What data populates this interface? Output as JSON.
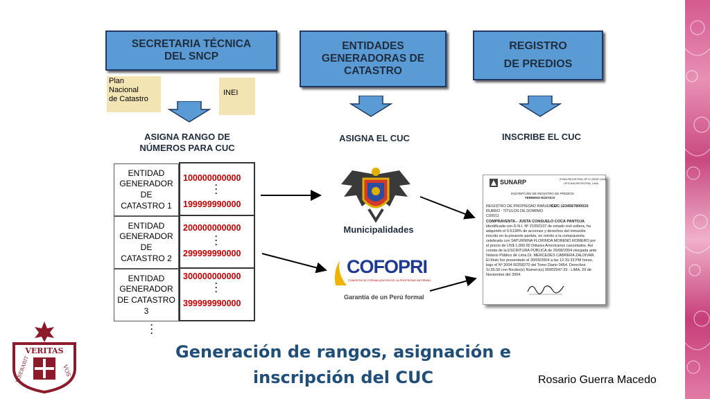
{
  "headers": {
    "secretaria": [
      "SECRETARIA TÉCNICA",
      "DEL SNCP"
    ],
    "entidades": [
      "ENTIDADES",
      "GENERADORAS DE",
      "CATASTRO"
    ],
    "registro": [
      "REGISTRO",
      "DE PREDIOS"
    ]
  },
  "notes": {
    "plan": [
      "Plan",
      "Nacional",
      "de Catastro"
    ],
    "inei": "INEI"
  },
  "steps": {
    "asigna_rango": [
      "ASIGNA RANGO DE",
      "NÚMEROS PARA CUC"
    ],
    "asigna_cuc": "ASIGNA EL CUC",
    "inscribe_cuc": "INSCRIBE EL CUC"
  },
  "entities": [
    {
      "label": [
        "ENTIDAD",
        "GENERADOR",
        "DE",
        "CATASTRO 1"
      ],
      "start": [
        "1000000",
        "00000"
      ],
      "end": [
        "1999999",
        "90000"
      ]
    },
    {
      "label": [
        "ENTIDAD",
        "GENERADOR",
        "DE",
        "CATASTRO 2"
      ],
      "start": [
        "2000000",
        "00000"
      ],
      "end": [
        "2999999",
        "90000"
      ]
    },
    {
      "label": [
        "ENTIDAD",
        "GENERADOR",
        "DE CATASTRO",
        "3"
      ],
      "start": [
        "3000000",
        "00000"
      ],
      "end": [
        "3999999",
        "90000"
      ]
    }
  ],
  "municipalidades": "Municipalidades",
  "cofopri": {
    "logo": "COFOPRI",
    "subtitle": "COMISIÓN DE FORMALIZACIÓN DE LA PROPIEDAD INFORMAL",
    "tagline": "Garantía de un Perú formal"
  },
  "document": {
    "brand": "SUNARP",
    "lines": [
      "ZONA REGISTRAL Nº IX SEDE LIMA",
      "OFICINA REGISTRAL LIMA",
      "INSCRIPCIÓN DE REGISTRO DE PREDIOS",
      "TERRENO RÚSTICO",
      "REGISTRO DE PROPIEDAD INMUEBLE",
      "CUC:1234567800010",
      "RUBRO : TÍTULOS DE DOMINIO",
      "C00011",
      "COMPRAVENTA.- JUSTA CONSUELO COCA PANTOJA",
      "identificada con D.N.I. Nº 21092107 de estado civil soltera, ha",
      "adquirido el 0.6138% de acciones y derechos del inmueble",
      "inscrito en la presente partida, en mérito a la compraventa",
      "celebrada con SATURNINA FLORINDA MORENO ROMERO por",
      "el precio de US$ 1,000.00 Dólares Americanos cancelados. Así",
      "consta de la ESCRITURA PÚBLICA de 26/08/2004 otorgada ante",
      "Notario Público de Lima Dr. MERCEDES CABRERA ZALDIVAR.",
      "El título fue presentado el 30/09/2004 a las 12:31:33 PM horas,",
      "bajo el Nº 2004 00258270 del Tomo Diario 0454. Derechos",
      "S/.65.00 con Recibo(s) Número(s) 00002947-29 - LIMA, 29 de",
      "Noviembre del 2004."
    ]
  },
  "title": [
    "Generación de rangos, asignación e",
    "inscripción del CUC"
  ],
  "author": "Rosario Guerra Macedo",
  "seal": {
    "top": "VERITAS",
    "left": "LIBERABIT",
    "right": "VOS"
  },
  "colors": {
    "header_fill": "#5b9bd5",
    "header_border": "#1f3864",
    "range_red": "#c00000",
    "title_blue": "#1f4e79"
  }
}
